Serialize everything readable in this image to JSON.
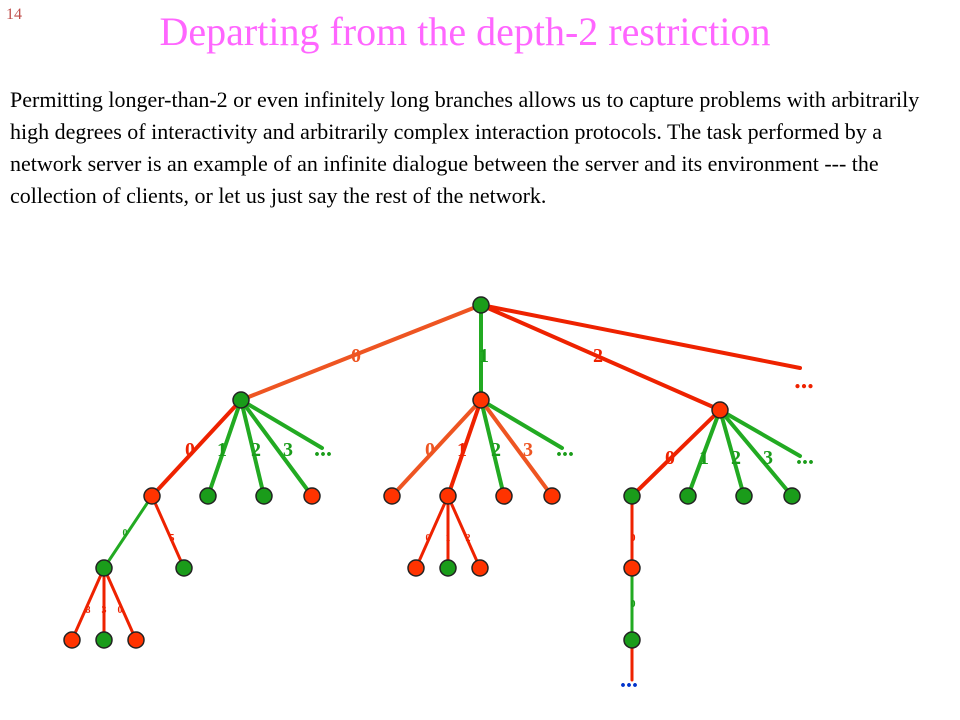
{
  "slide": {
    "number": "14",
    "title": "Departing from the depth-2 restriction",
    "body": "Permitting longer-than-2 or even infinitely long branches allows us to capture problems with arbitrarily high degrees of interactivity and arbitrarily complex interaction protocols.  The task performed by a network server is an example of an infinite dialogue between the server and its environment --- the collection of clients, or let us just say the rest of the network."
  },
  "colors": {
    "green_node": "#1a9c1a",
    "red_node": "#ff3300",
    "green_edge": "#22aa22",
    "red_edge": "#ee2200",
    "orange_edge": "#ee5522",
    "label_red": "#ee2200",
    "label_green": "#1a9c1a",
    "label_orange": "#ee5522",
    "dots_blue": "#0033cc",
    "title_pink": "#ff66ff"
  },
  "tree": {
    "root_color": "green",
    "level1_labels": [
      "0",
      "1",
      "2"
    ],
    "level1_ellipsis": "...",
    "subtree0_labels": [
      "0",
      "1",
      "2",
      "3"
    ],
    "subtree1_labels": [
      "0",
      "1",
      "2",
      "3"
    ],
    "subtree2_labels": [
      "0",
      "1",
      "2",
      "3"
    ],
    "subtree_ellipsis": "...",
    "branch_00_labels": [
      "0",
      "5"
    ],
    "branch_000_labels": [
      "8",
      "3",
      "0"
    ],
    "branch_10_labels": [
      "0",
      "1",
      "2"
    ],
    "branch_20_labels": [
      "0",
      "0"
    ],
    "branch_20_ellipsis": "..."
  }
}
